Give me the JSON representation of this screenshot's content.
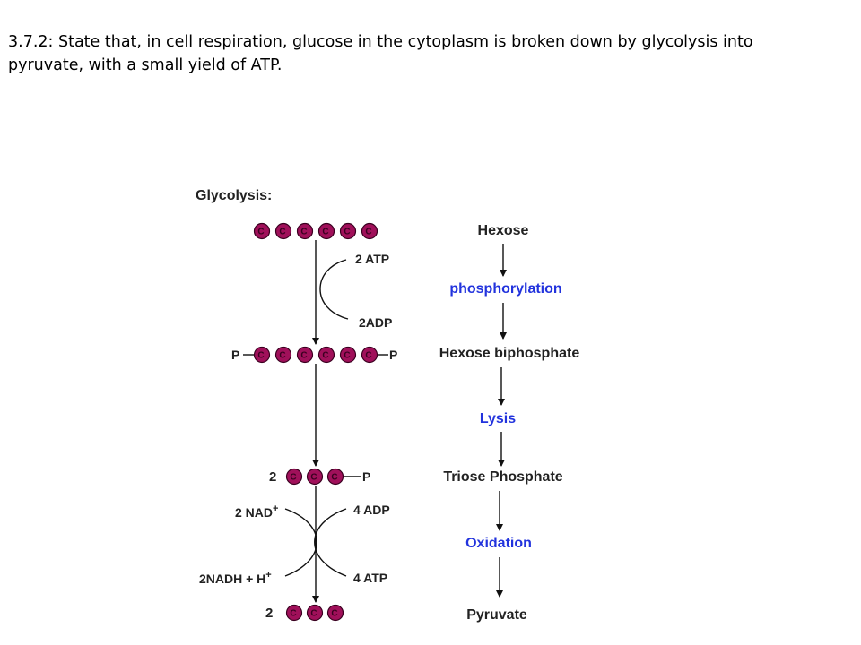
{
  "slide": {
    "title": "3.7.2: State that, in cell respiration, glucose in the cytoplasm is broken down by glycolysis into pyruvate, with a small yield of ATP."
  },
  "diagram": {
    "heading": "Glycolysis:",
    "carbon_label": "C",
    "phosphate_label": "P",
    "multiplier": "2",
    "atp_in": "2 ATP",
    "adp_out": "2ADP",
    "nad": "2 NAD",
    "nadh": "2NADH + H",
    "plus_sign": "+",
    "adp_in": "4 ADP",
    "atp_out": "4 ATP",
    "stages": {
      "hexose": "Hexose",
      "phosphorylation": "phosphorylation",
      "hexose_biphosphate": "Hexose biphosphate",
      "lysis": "Lysis",
      "triose_phosphate": "Triose Phosphate",
      "oxidation": "Oxidation",
      "pyruvate": "Pyruvate"
    },
    "colors": {
      "carbon_fill": "#a0105a",
      "process_text": "#2233dd",
      "label_text": "#222222"
    }
  }
}
